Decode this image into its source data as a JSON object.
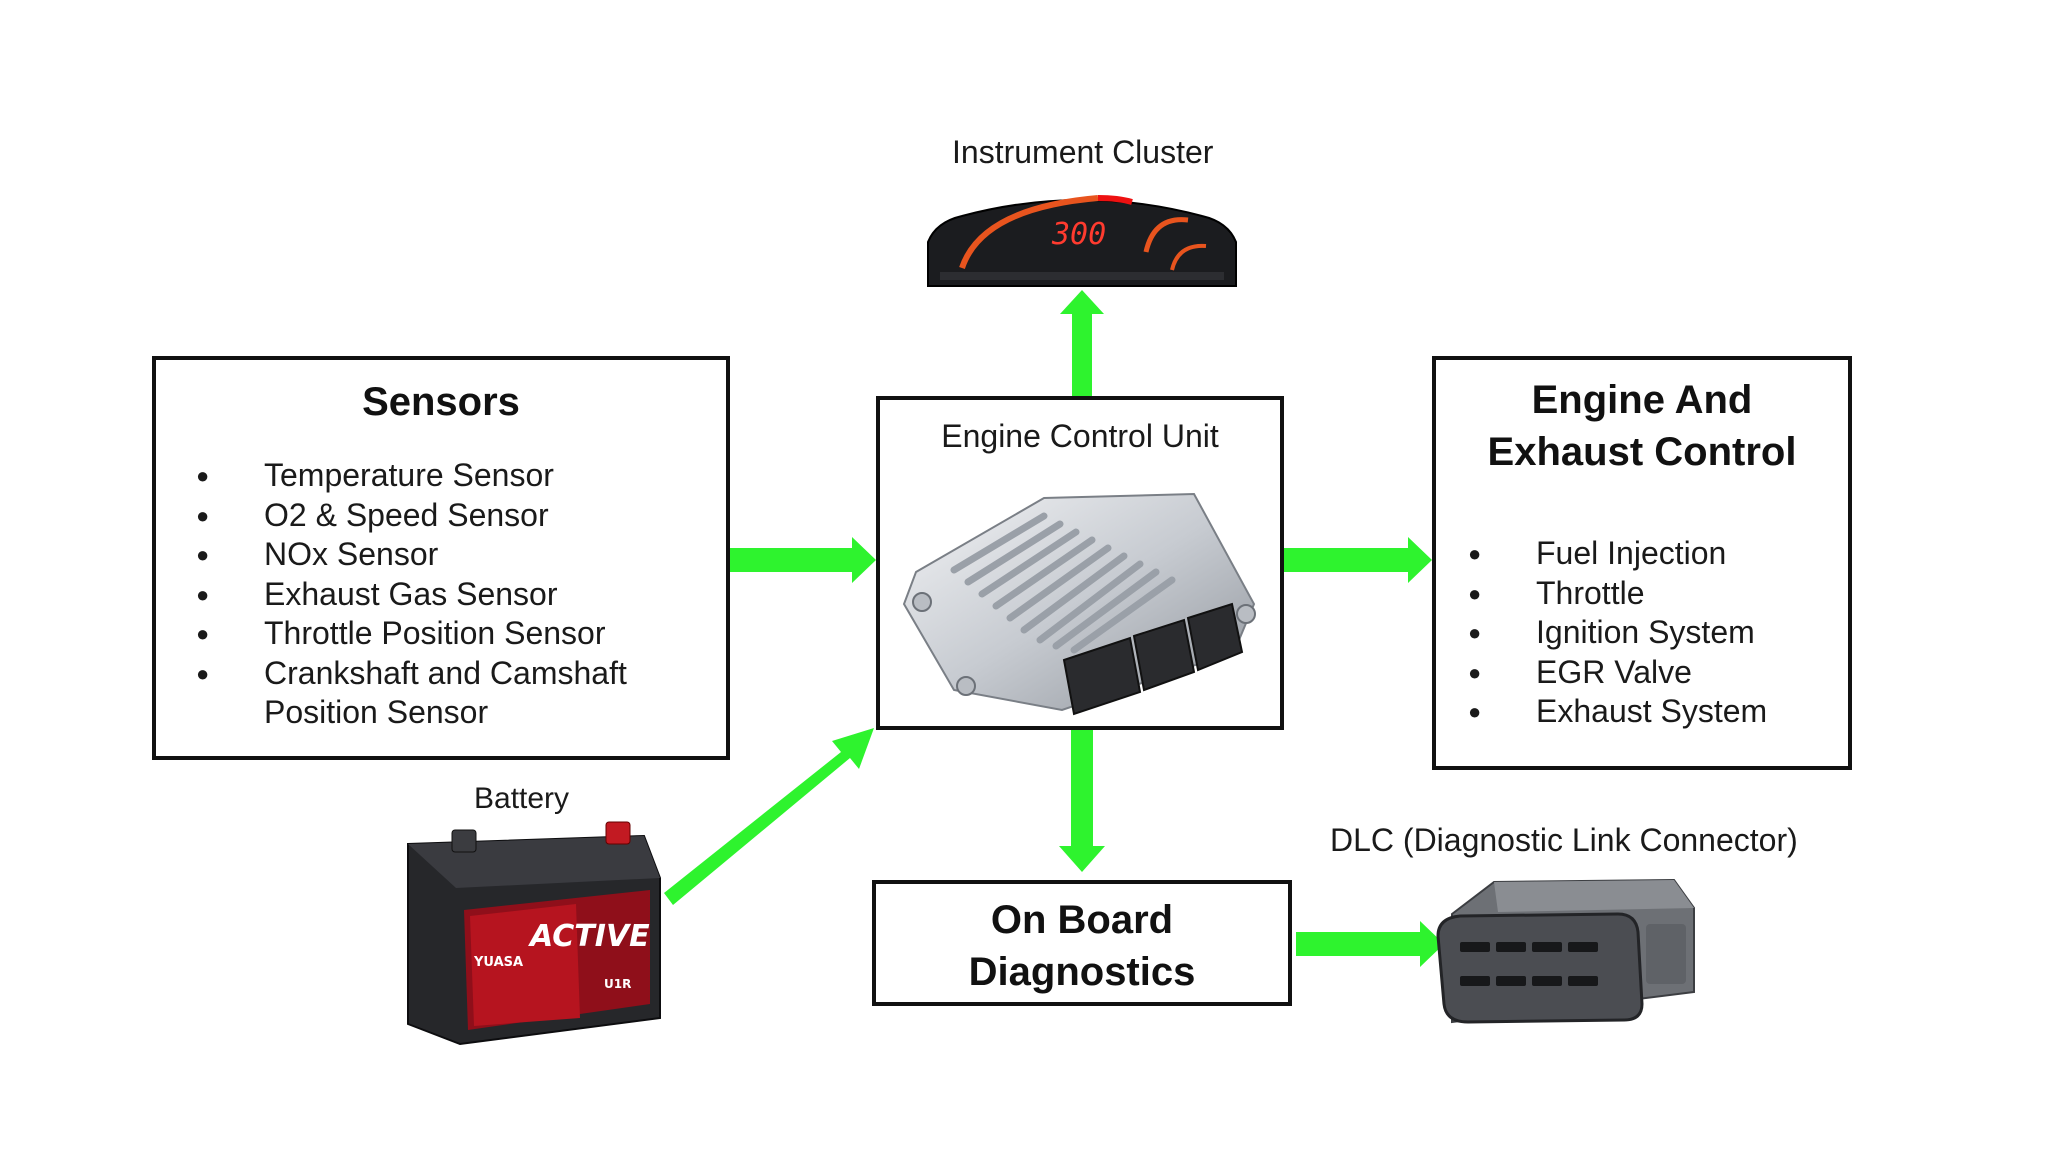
{
  "colors": {
    "arrow": "#2ef32e",
    "border": "#111111"
  },
  "sensors": {
    "title": "Sensors",
    "items": [
      "Temperature Sensor",
      "O2 & Speed Sensor",
      "NOx Sensor",
      "Exhaust Gas Sensor",
      "Throttle Position Sensor",
      "Crankshaft and Camshaft\nPosition Sensor"
    ]
  },
  "ecu": {
    "label": "Engine Control Unit",
    "icon": "ecu-module-icon"
  },
  "instrument_cluster": {
    "label": "Instrument Cluster",
    "readout": "300",
    "icon": "instrument-cluster-icon"
  },
  "engine_exhaust": {
    "title": "Engine And\nExhaust Control",
    "items": [
      "Fuel Injection",
      "Throttle",
      "Ignition System",
      "EGR Valve",
      "Exhaust System"
    ]
  },
  "battery": {
    "label": "Battery",
    "brand": "YUASA",
    "product": "ACTIVE",
    "model": "U1R",
    "icon": "car-battery-icon"
  },
  "obd": {
    "title": "On Board\nDiagnostics"
  },
  "dlc": {
    "label": "DLC (Diagnostic Link Connector)",
    "icon": "obd-connector-icon"
  },
  "arrows": [
    {
      "id": "sensors-to-ecu",
      "direction": "right"
    },
    {
      "id": "ecu-to-engine-exhaust",
      "direction": "right"
    },
    {
      "id": "ecu-to-instrument-cluster",
      "direction": "up"
    },
    {
      "id": "ecu-to-obd",
      "direction": "down"
    },
    {
      "id": "battery-to-ecu",
      "direction": "up-right"
    },
    {
      "id": "obd-to-dlc",
      "direction": "right"
    }
  ]
}
